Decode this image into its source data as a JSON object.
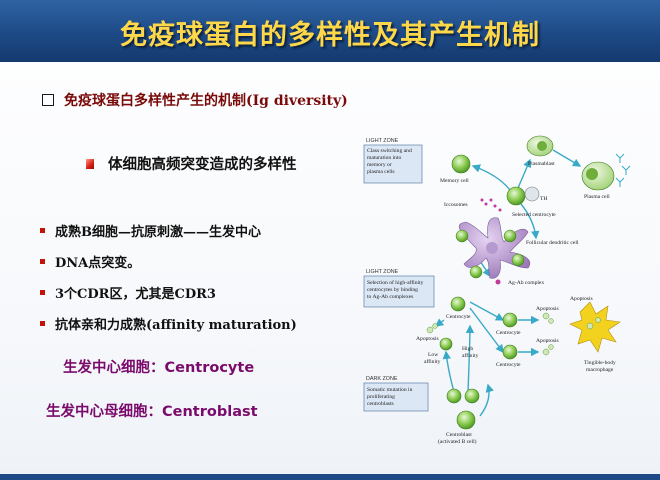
{
  "slide": {
    "title": "免疫球蛋白的多样性及其产生机制",
    "heading": "免疫球蛋白多样性产生的机制(Ig diversity)",
    "sub_heading": "体细胞高频突变造成的多样性",
    "bullets": [
      "成熟B细胞—抗原刺激——生发中心",
      "DNA点突变。",
      "3个CDR区，尤其是CDR3",
      "抗体亲和力成熟(affinity maturation)"
    ],
    "centrocyte_line": "生发中心细胞：Centrocyte",
    "centroblast_line": "生发中心母细胞：Centroblast"
  },
  "figure": {
    "light_zone_top": "LIGHT ZONE",
    "box_top": [
      "Class switching and",
      "maturation into",
      "memory or",
      "plasma cells"
    ],
    "memory_cell": "Memory cell",
    "plasmablast": "Plasmablast",
    "plasma_cell": "Plasma cell",
    "iccosomes": "Iccosomes",
    "th": "TH",
    "selected_centrocyte": "Selected centrocyte",
    "follicular_dendritic": "Follicular dendritic cell",
    "light_zone_mid": "LIGHT ZONE",
    "box_mid": [
      "Selection of high-affinity",
      "centrocytes by binding",
      "to Ag-Ab complexes"
    ],
    "ag_ab_complex": "Ag-Ab complex",
    "centrocyte_a": "Centrocyte",
    "centrocyte_b": "Centrocyte",
    "centrocyte_c": "Centrocyte",
    "apoptosis_a": "Apoptosis",
    "apoptosis_b": "Apoptosis",
    "apoptosis_c": "Apoptosis",
    "apoptosis_d": "Apoptosis",
    "low_affinity": [
      "Low",
      "affinity"
    ],
    "high_affinity": [
      "High",
      "affinity"
    ],
    "tingible_body": [
      "Tingible-body",
      "macrophage"
    ],
    "dark_zone": "DARK ZONE",
    "box_dark": [
      "Somatic mutation in",
      "proliferating",
      "centroblasts"
    ],
    "centroblast": [
      "Centroblast",
      "(activated B cell)"
    ]
  },
  "colors": {
    "title_bar": "#1d4a86",
    "title_text": "#ffd84a",
    "heading_text": "#7a0a0a",
    "accent_text": "#7a0a6b",
    "bullet": "#c0150b",
    "cell_green": "#7cc242"
  }
}
